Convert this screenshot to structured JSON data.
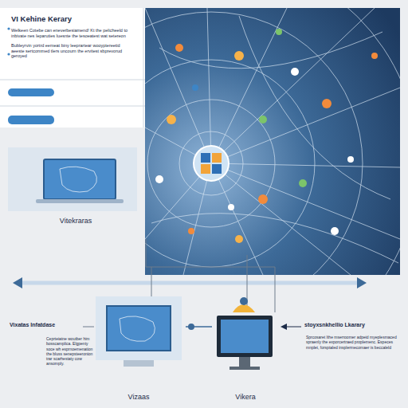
{
  "diagram": {
    "nodes": [
      {
        "text": [
          "VI Kehine Kerary",
          "Welkeen Cotebe can eneverbesiamend! Kt the pelicheeld to inbivate nes Ieparuties Iuesnte the tesoeatest wat setereon",
          "Bubleyrvin yortrd eemeat biny leeprartear wooyptereetid aeeste sertcommed tlers uncourn the ervitest sbprevorud geroyed"
        ]
      },
      {
        "text": [
          "Vitekraras"
        ]
      },
      {
        "text": [
          "Vizaas"
        ]
      },
      {
        "text": [
          "Vikera"
        ]
      }
    ],
    "edges": [
      {
        "from": 2,
        "to": 3,
        "arrow": "none"
      }
    ],
    "labels": [
      "Vixatas Infatdase",
      "Ceprteiatne woutber him bosscamplica. Elgpenty soce wh esprnoemenation the bluss senepsteeronion trar scarhestaty cow ansomply.",
      "stoyxsnkhellio Lkarary",
      "Sprcosaret Ithe mserroomer adpeid myeplesmaced spraenly the exporcertraed proplemenc. Especes mnplet, forsptaled insplermecomaer is beccaleld"
    ]
  }
}
